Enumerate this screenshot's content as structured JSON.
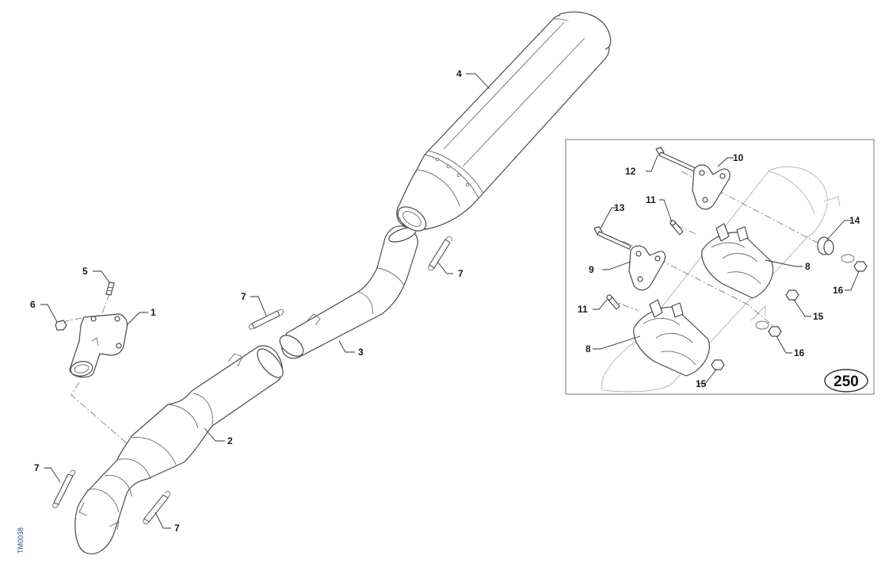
{
  "diagram_code": "TM0038",
  "inset": {
    "reference": "250"
  },
  "callouts": {
    "c1": "1",
    "c2": "2",
    "c3": "3",
    "c4": "4",
    "c5": "5",
    "c6": "6",
    "c7a": "7",
    "c7b": "7",
    "c7c": "7",
    "c7d": "7",
    "c8a": "8",
    "c8b": "8",
    "c9": "9",
    "c10": "10",
    "c11a": "11",
    "c11b": "11",
    "c12": "12",
    "c13": "13",
    "c14": "14",
    "c15a": "15",
    "c15b": "15",
    "c16a": "16",
    "c16b": "16"
  },
  "colors": {
    "line": "#4a4a4a",
    "code": "#1e4f9c"
  }
}
